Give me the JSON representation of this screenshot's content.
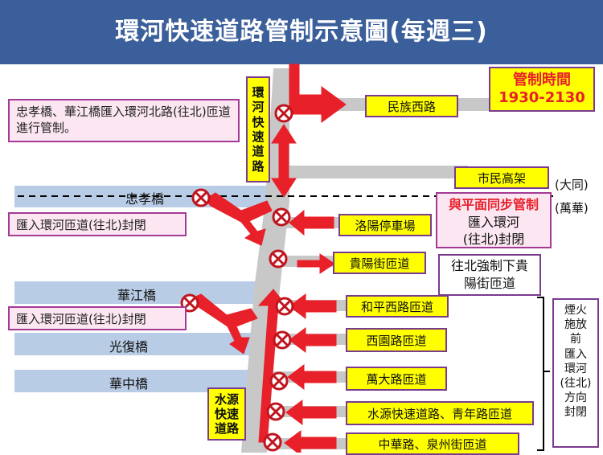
{
  "title": "環河快速道路管制示意圖(每週三)",
  "control_time": {
    "label": "管制時間",
    "value": "1930-2130"
  },
  "left_notes": {
    "top": "忠孝橋、華江橋匯入環河北路(往北)匝道進行管制。",
    "closure_1": "匯入環河匝道(往北)封閉",
    "closure_2": "匯入環河匝道(往北)封閉"
  },
  "bridges": {
    "zhongxiao": "忠孝橋",
    "huajiang": "華江橋",
    "guangfu": "光復橋",
    "huazhong": "華中橋"
  },
  "vertical_labels": {
    "huanhe": [
      "環",
      "河",
      "快",
      "速",
      "道",
      "路"
    ],
    "shuiyuan": [
      "水源",
      "快速",
      "道路"
    ],
    "fireworks": [
      "煙火",
      "施放",
      "前",
      "匯入",
      "環河",
      "(往北)",
      "方向",
      "封閉"
    ]
  },
  "ramps": {
    "minzu": "民族西路",
    "shimin": "市民高架",
    "luoyang": "洛陽停車場",
    "guiyang": "貴陽街匝道",
    "heping": "和平西路匝道",
    "xiyuan": "西園路匝道",
    "wanda": "萬大路匝道",
    "shuiyuan_qingnian": "水源快速道路、青年路匝道",
    "zhonghua": "中華路、泉州街匝道"
  },
  "datong": "(大同)",
  "wanhua": "(萬華)",
  "sync_box": {
    "title": "與平面同步管制",
    "line1": "匯入環河",
    "line2": "(往北)封閉"
  },
  "guiyang_note": {
    "line1": "往北強制下貴",
    "line2": "陽街匝道"
  },
  "colors": {
    "header": "#3b5f9a",
    "road": "#c8c8c8",
    "arrow": "#e8202a",
    "ramp_fill": "#ffff00",
    "band": "#b9cce6",
    "note_border": "#a53a94"
  }
}
